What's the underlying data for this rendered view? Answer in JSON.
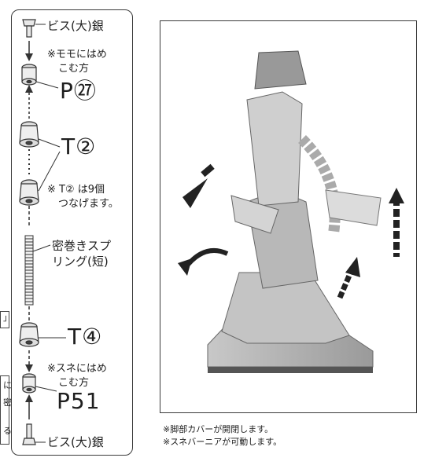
{
  "left": {
    "screw_top": "ビス(大)銀",
    "mom_note1": "※モモにはめ",
    "mom_note2": "こむ方",
    "p27_label": "P㉗",
    "t2_label": "T②",
    "t2_note1": "※ T② は9個",
    "t2_note2": "つなげます。",
    "spring1": "密巻きスプ",
    "spring2": "リング(短)",
    "t4_label": "T④",
    "sune_note1": "※スネにはめ",
    "sune_note2": "こむ方",
    "p51_label": "P51",
    "screw_bottom": "ビス(大)銀"
  },
  "clipped": {
    "box_a": "」",
    "box_b1": "に",
    "box_b2": "密",
    "box_b3": "る"
  },
  "right": {
    "caption1": "※脚部カバーが開閉します。",
    "caption2": "※スネバーニアが可動します。"
  }
}
